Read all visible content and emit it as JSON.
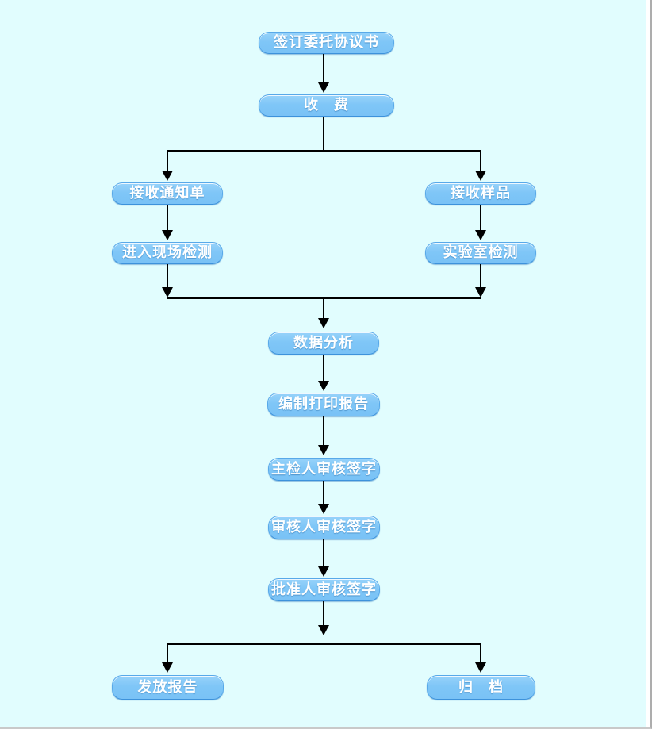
{
  "flowchart": {
    "description": "testing-service-workflow",
    "colors": {
      "background": "#E1FDFE",
      "node_fill": "#7FC6F7",
      "node_fill_highlight": "#97D3FA",
      "node_border": "#58A9E9",
      "node_text": "#FFFFFF",
      "connector": "#000000"
    },
    "nodes": [
      {
        "id": "sign-agreement",
        "label": "签订委托协议书"
      },
      {
        "id": "fee-collection",
        "label": "收　费"
      },
      {
        "id": "receive-notice",
        "label": "接收通知单"
      },
      {
        "id": "receive-samples",
        "label": "接收样品"
      },
      {
        "id": "site-testing",
        "label": "进入现场检测"
      },
      {
        "id": "lab-testing",
        "label": "实验室检测"
      },
      {
        "id": "data-analysis",
        "label": "数据分析"
      },
      {
        "id": "compile-print-report",
        "label": "编制打印报告"
      },
      {
        "id": "chief-inspector-sign",
        "label": "主检人审核签字"
      },
      {
        "id": "reviewer-sign",
        "label": "审核人审核签字"
      },
      {
        "id": "approver-sign",
        "label": "批准人审核签字"
      },
      {
        "id": "issue-report",
        "label": "发放报告"
      },
      {
        "id": "archive",
        "label": "归　档"
      }
    ],
    "edges": [
      [
        "sign-agreement",
        "fee-collection"
      ],
      [
        "fee-collection",
        "receive-notice"
      ],
      [
        "fee-collection",
        "receive-samples"
      ],
      [
        "receive-notice",
        "site-testing"
      ],
      [
        "receive-samples",
        "lab-testing"
      ],
      [
        "site-testing",
        "data-analysis"
      ],
      [
        "lab-testing",
        "data-analysis"
      ],
      [
        "data-analysis",
        "compile-print-report"
      ],
      [
        "compile-print-report",
        "chief-inspector-sign"
      ],
      [
        "chief-inspector-sign",
        "reviewer-sign"
      ],
      [
        "reviewer-sign",
        "approver-sign"
      ],
      [
        "approver-sign",
        "issue-report"
      ],
      [
        "approver-sign",
        "archive"
      ]
    ]
  }
}
